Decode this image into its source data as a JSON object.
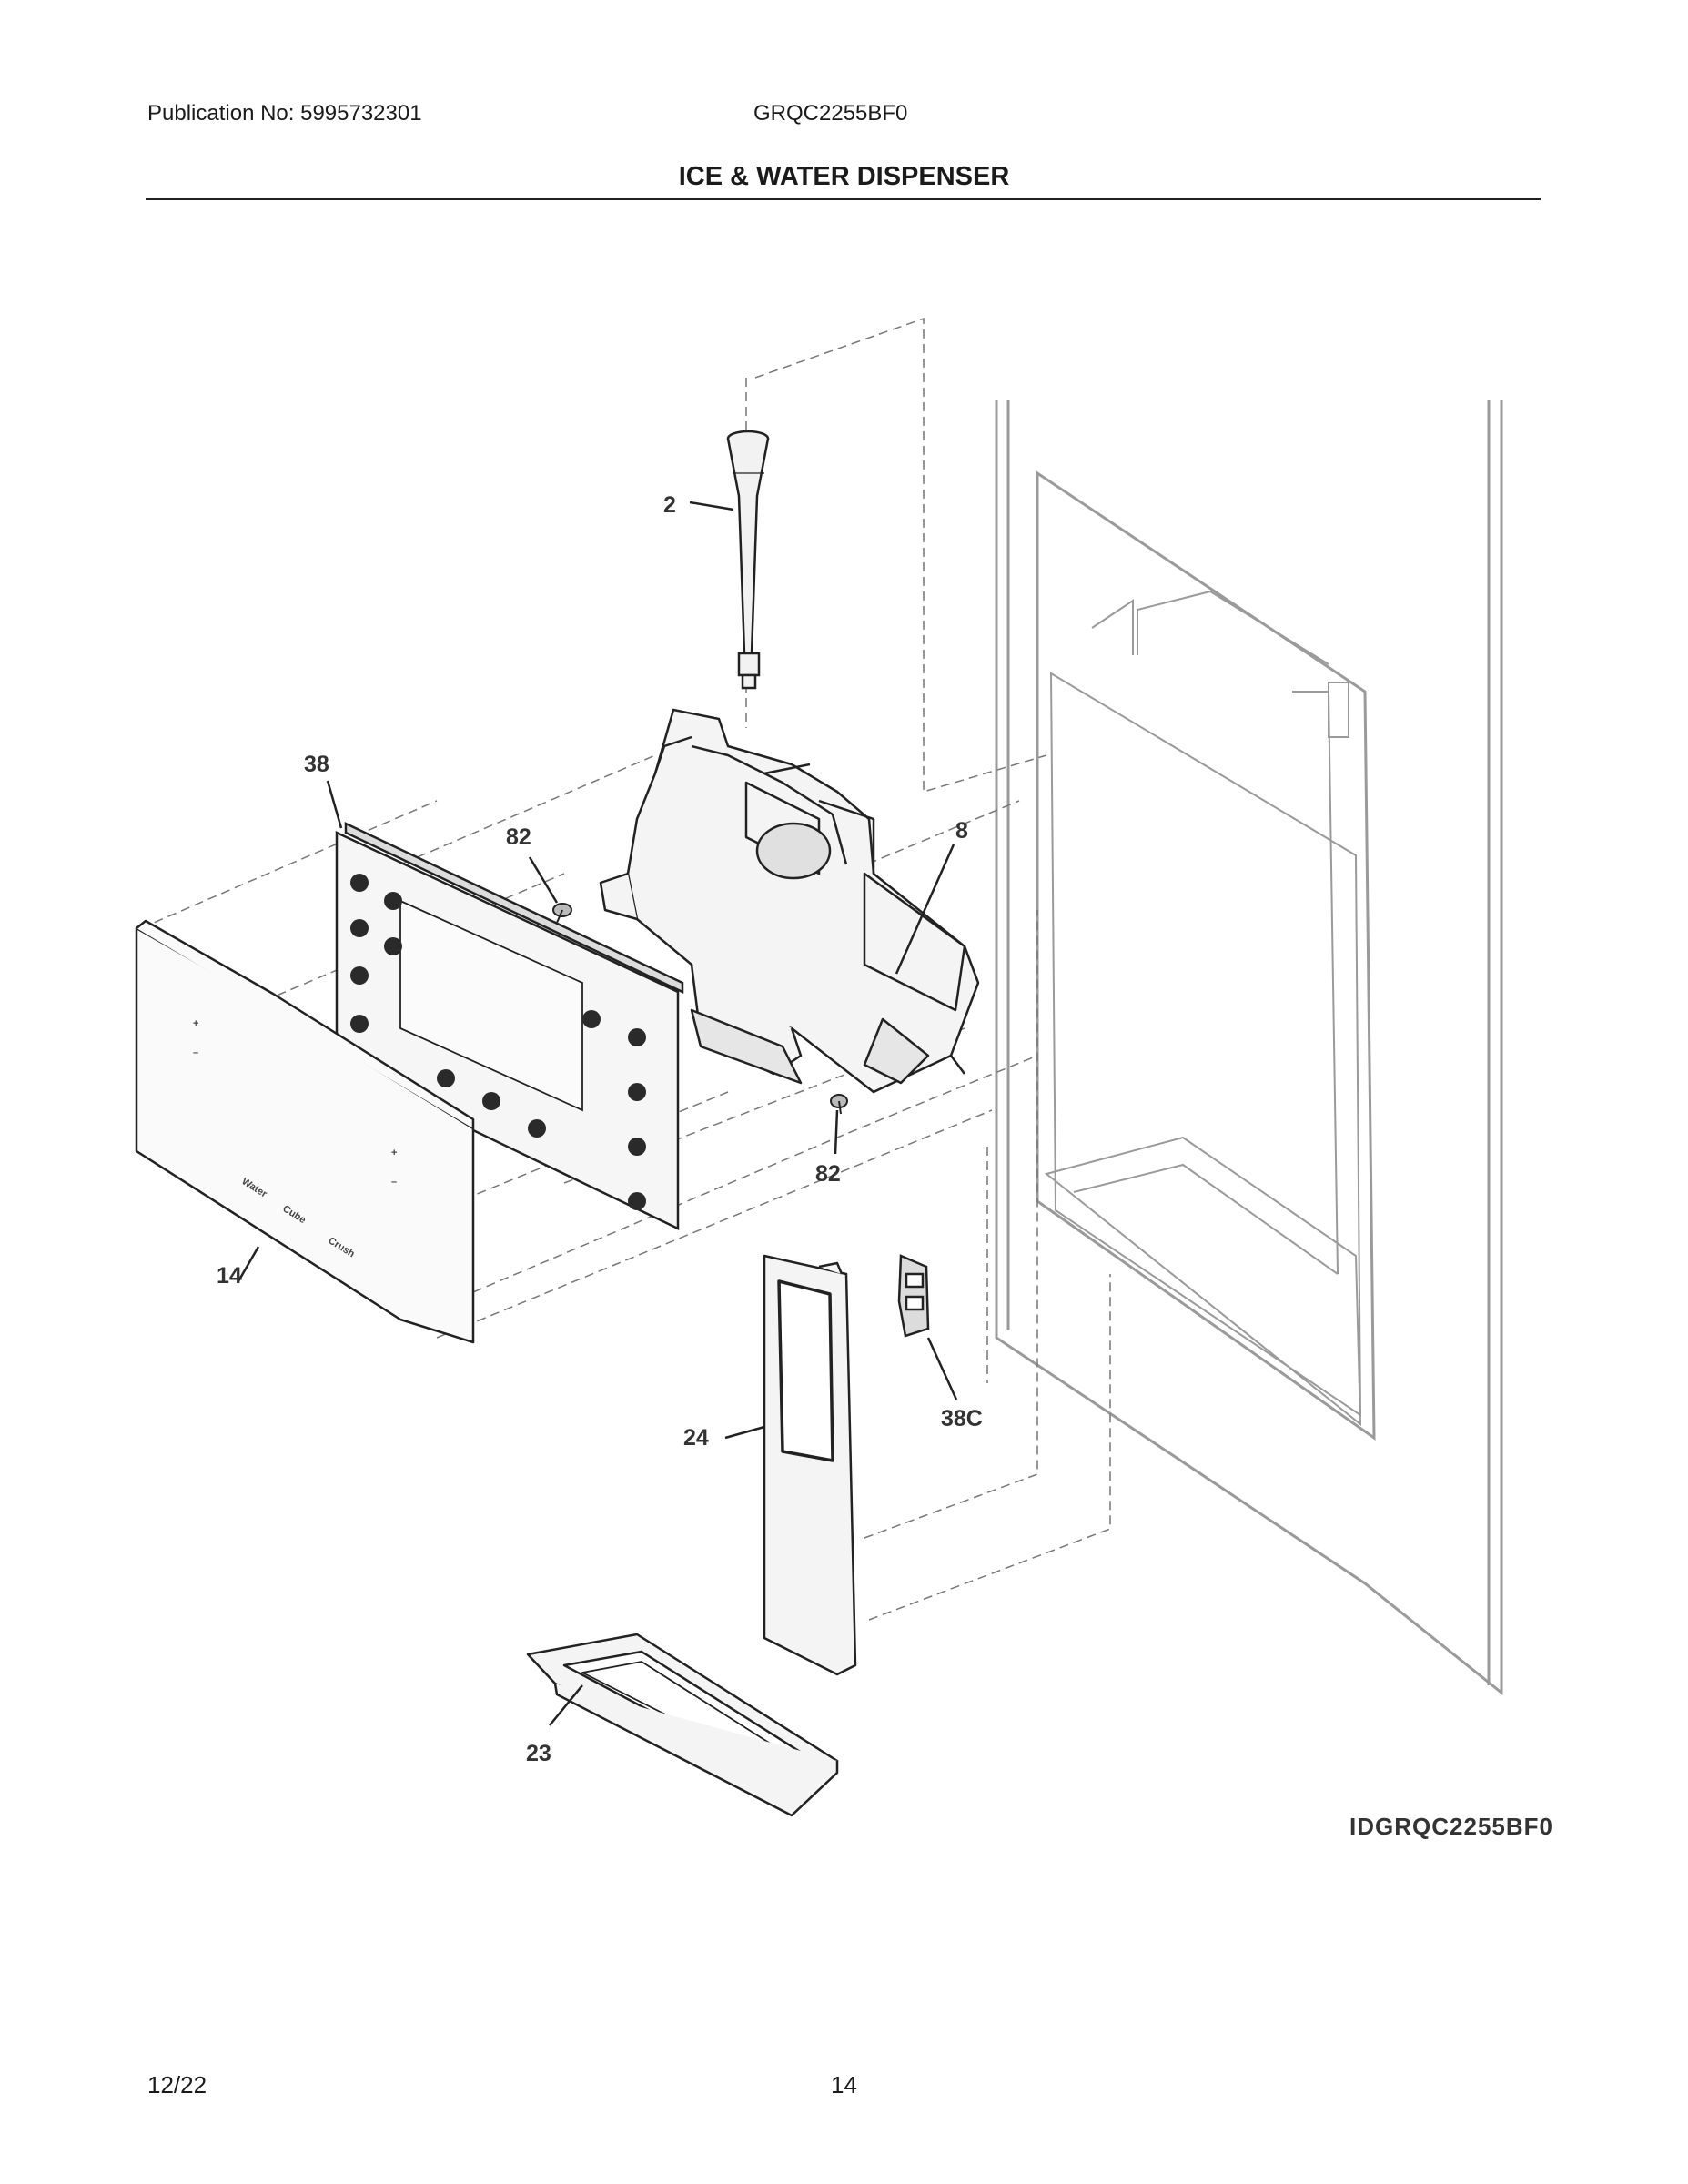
{
  "header": {
    "publication": "Publication No: 5995732301",
    "model": "GRQC2255BF0",
    "title": "ICE & WATER DISPENSER"
  },
  "callouts": {
    "c2": "2",
    "c38": "38",
    "c82a": "82",
    "c8": "8",
    "c82b": "82",
    "c14": "14",
    "c24": "24",
    "c38c": "38C",
    "c23": "23"
  },
  "panel_labels": {
    "water": "Water",
    "cube": "Cube",
    "crush": "Crush",
    "plus_left": "+",
    "minus_left": "–",
    "plus_right": "+",
    "minus_right": "–"
  },
  "diagram_id": "IDGRQC2255BF0",
  "footer": {
    "date": "12/22",
    "page": "14"
  }
}
